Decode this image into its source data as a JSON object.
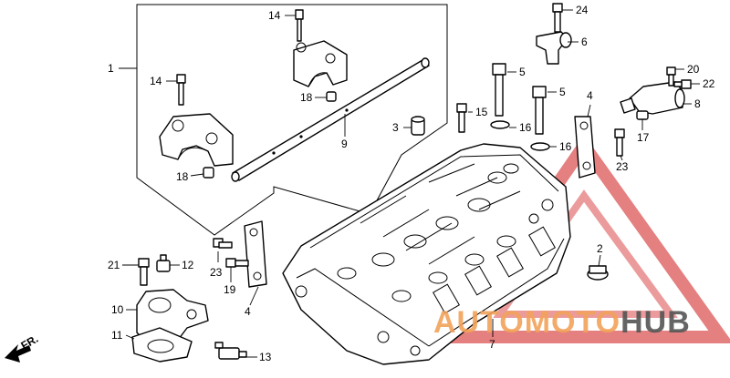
{
  "labels": {
    "p1": "1",
    "p2": "2",
    "p3": "3",
    "p4a": "4",
    "p4b": "4",
    "p5a": "5",
    "p5b": "5",
    "p6": "6",
    "p7": "7",
    "p8": "8",
    "p9": "9",
    "p10": "10",
    "p11": "11",
    "p12": "12",
    "p13": "13",
    "p14a": "14",
    "p14b": "14",
    "p15": "15",
    "p16a": "16",
    "p16b": "16",
    "p17": "17",
    "p18a": "18",
    "p18b": "18",
    "p19": "19",
    "p20": "20",
    "p21": "21",
    "p22": "22",
    "p23a": "23",
    "p23b": "23",
    "p24": "24"
  },
  "direction_label": "FR.",
  "watermark": {
    "part1": "AUTO",
    "part2": "MOTO",
    "part3": "HUB"
  },
  "colors": {
    "wm_orange": "#f2a25a",
    "wm_gray": "#555555",
    "wm_red": "#d9534f"
  }
}
